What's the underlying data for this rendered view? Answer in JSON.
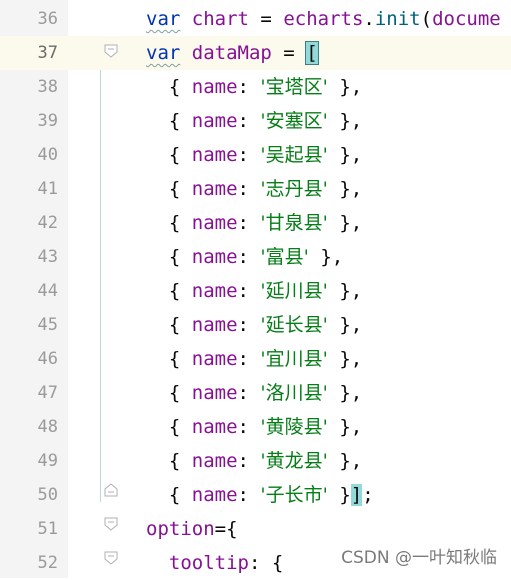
{
  "editor": {
    "lines": [
      {
        "num": "36",
        "parts": [
          [
            "kw",
            "var"
          ],
          [
            "punc",
            " "
          ],
          [
            "ident",
            "chart"
          ],
          [
            "punc",
            " = "
          ],
          [
            "ident",
            "echarts"
          ],
          [
            "punc",
            "."
          ],
          [
            "fn",
            "init"
          ],
          [
            "punc",
            "("
          ],
          [
            "ident",
            "docume"
          ]
        ]
      },
      {
        "num": "37",
        "parts": [
          [
            "kw",
            "var"
          ],
          [
            "punc",
            " "
          ],
          [
            "ident",
            "dataMap"
          ],
          [
            "punc",
            " = "
          ],
          [
            "bracket",
            "["
          ]
        ]
      },
      {
        "num": "38",
        "parts": [
          [
            "punc",
            "  { "
          ],
          [
            "prop",
            "name"
          ],
          [
            "punc",
            ": "
          ],
          [
            "str",
            "'宝塔区'"
          ],
          [
            "punc",
            " },"
          ]
        ]
      },
      {
        "num": "39",
        "parts": [
          [
            "punc",
            "  { "
          ],
          [
            "prop",
            "name"
          ],
          [
            "punc",
            ": "
          ],
          [
            "str",
            "'安塞区'"
          ],
          [
            "punc",
            " },"
          ]
        ]
      },
      {
        "num": "40",
        "parts": [
          [
            "punc",
            "  { "
          ],
          [
            "prop",
            "name"
          ],
          [
            "punc",
            ": "
          ],
          [
            "str",
            "'吴起县'"
          ],
          [
            "punc",
            " },"
          ]
        ]
      },
      {
        "num": "41",
        "parts": [
          [
            "punc",
            "  { "
          ],
          [
            "prop",
            "name"
          ],
          [
            "punc",
            ": "
          ],
          [
            "str",
            "'志丹县'"
          ],
          [
            "punc",
            " },"
          ]
        ]
      },
      {
        "num": "42",
        "parts": [
          [
            "punc",
            "  { "
          ],
          [
            "prop",
            "name"
          ],
          [
            "punc",
            ": "
          ],
          [
            "str",
            "'甘泉县'"
          ],
          [
            "punc",
            " },"
          ]
        ]
      },
      {
        "num": "43",
        "parts": [
          [
            "punc",
            "  { "
          ],
          [
            "prop",
            "name"
          ],
          [
            "punc",
            ": "
          ],
          [
            "str",
            "'富县'"
          ],
          [
            "punc",
            " },"
          ]
        ]
      },
      {
        "num": "44",
        "parts": [
          [
            "punc",
            "  { "
          ],
          [
            "prop",
            "name"
          ],
          [
            "punc",
            ": "
          ],
          [
            "str",
            "'延川县'"
          ],
          [
            "punc",
            " },"
          ]
        ]
      },
      {
        "num": "45",
        "parts": [
          [
            "punc",
            "  { "
          ],
          [
            "prop",
            "name"
          ],
          [
            "punc",
            ": "
          ],
          [
            "str",
            "'延长县'"
          ],
          [
            "punc",
            " },"
          ]
        ]
      },
      {
        "num": "46",
        "parts": [
          [
            "punc",
            "  { "
          ],
          [
            "prop",
            "name"
          ],
          [
            "punc",
            ": "
          ],
          [
            "str",
            "'宜川县'"
          ],
          [
            "punc",
            " },"
          ]
        ]
      },
      {
        "num": "47",
        "parts": [
          [
            "punc",
            "  { "
          ],
          [
            "prop",
            "name"
          ],
          [
            "punc",
            ": "
          ],
          [
            "str",
            "'洛川县'"
          ],
          [
            "punc",
            " },"
          ]
        ]
      },
      {
        "num": "48",
        "parts": [
          [
            "punc",
            "  { "
          ],
          [
            "prop",
            "name"
          ],
          [
            "punc",
            ": "
          ],
          [
            "str",
            "'黄陵县'"
          ],
          [
            "punc",
            " },"
          ]
        ]
      },
      {
        "num": "49",
        "parts": [
          [
            "punc",
            "  { "
          ],
          [
            "prop",
            "name"
          ],
          [
            "punc",
            ": "
          ],
          [
            "str",
            "'黄龙县'"
          ],
          [
            "punc",
            " },"
          ]
        ]
      },
      {
        "num": "50",
        "parts": [
          [
            "punc",
            "  { "
          ],
          [
            "prop",
            "name"
          ],
          [
            "punc",
            ": "
          ],
          [
            "str",
            "'子长市'"
          ],
          [
            "punc",
            " }"
          ],
          [
            "bracket2",
            "]"
          ],
          [
            "punc",
            ";"
          ]
        ]
      },
      {
        "num": "51",
        "parts": [
          [
            "prop",
            "option"
          ],
          [
            "punc",
            "={"
          ]
        ]
      },
      {
        "num": "52",
        "parts": [
          [
            "punc",
            "  "
          ],
          [
            "prop",
            "tooltip"
          ],
          [
            "punc",
            ": {"
          ]
        ]
      }
    ],
    "current_line": "37",
    "colors": {
      "keyword": "#0033b3",
      "identifier": "#871094",
      "string": "#067d17",
      "function": "#00627a",
      "bracket_highlight": "#93d9d9"
    }
  },
  "watermark": "CSDN @一叶知秋临"
}
